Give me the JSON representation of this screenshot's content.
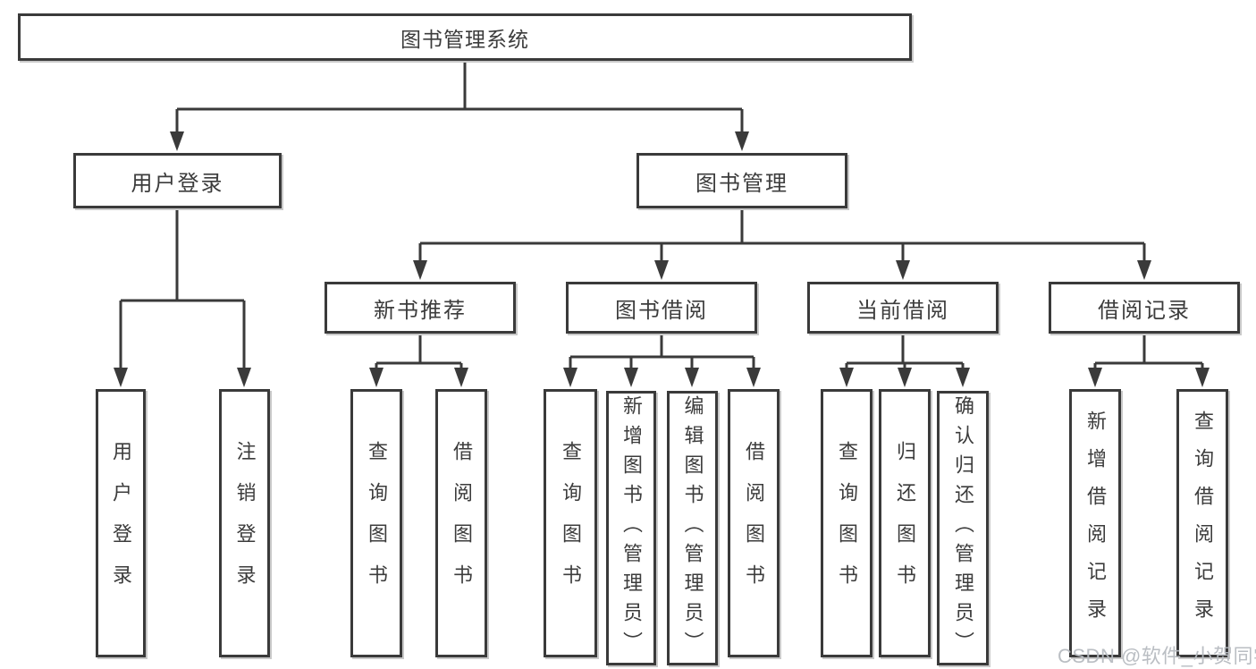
{
  "tree": {
    "root": {
      "label": "图书管理系统"
    },
    "branches": [
      {
        "label": "用户登录",
        "leaves": [
          {
            "label": "用户登录"
          },
          {
            "label": "注销登录"
          }
        ]
      },
      {
        "label": "图书管理",
        "groups": [
          {
            "label": "新书推荐",
            "leaves": [
              {
                "label": "查询图书"
              },
              {
                "label": "借阅图书"
              }
            ]
          },
          {
            "label": "图书借阅",
            "leaves": [
              {
                "label": "查询图书"
              },
              {
                "label": "新增图书（管理员）"
              },
              {
                "label": "编辑图书（管理员）"
              },
              {
                "label": "借阅图书"
              }
            ]
          },
          {
            "label": "当前借阅",
            "leaves": [
              {
                "label": "查询图书"
              },
              {
                "label": "归还图书"
              },
              {
                "label": "确认归还（管理员）"
              }
            ]
          },
          {
            "label": "借阅记录",
            "leaves": [
              {
                "label": "新增借阅记录"
              },
              {
                "label": "查询借阅记录"
              }
            ]
          }
        ]
      }
    ]
  },
  "watermark": {
    "text": "CSDN @软件_小贺同学"
  },
  "colors": {
    "line": "#3a3a3a",
    "text": "#3c3c3c",
    "box_shadow": "#c9c9c9",
    "watermark": "#b6bbc0",
    "background": "#ffffff"
  }
}
